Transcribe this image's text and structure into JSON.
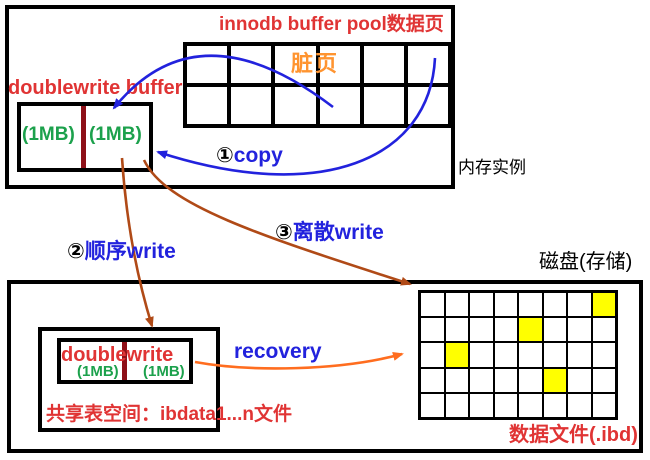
{
  "colors": {
    "red": "#e03434",
    "orange": "#ff9430",
    "green": "#1ca14c",
    "blue": "#2222dd",
    "brown": "#b04a17",
    "orangearrow": "#ff6d1f",
    "darkred": "#8e1018",
    "yellow": "#ffff00"
  },
  "memory": {
    "label": "内存实例",
    "pool_title": "innodb buffer pool数据页",
    "dirty_label": "脏页",
    "dwb_title": "doublewrite buffer",
    "dwb_cells": [
      "(1MB)",
      "(1MB)"
    ],
    "pool_grid": {
      "rows": 2,
      "cols": 6
    }
  },
  "disk": {
    "label": "磁盘(存储)",
    "dwb_title": "doublewrite",
    "dwb_cells": [
      "(1MB)",
      "(1MB)"
    ],
    "shared_caption": "共享表空间：ibdata1...n文件",
    "datafile_caption": "数据文件(.ibd)",
    "data_grid": {
      "rows": 5,
      "cols": 8,
      "highlight": [
        [
          0,
          7
        ],
        [
          1,
          4
        ],
        [
          2,
          1
        ],
        [
          3,
          5
        ]
      ],
      "highlight_color": "#ffff00"
    }
  },
  "labels": {
    "copy": {
      "num": "①",
      "text": "copy"
    },
    "seq_write": {
      "num": "②",
      "text": "顺序write"
    },
    "scatter_write": {
      "num": "③",
      "text": "离散write"
    },
    "recovery": "recovery"
  }
}
